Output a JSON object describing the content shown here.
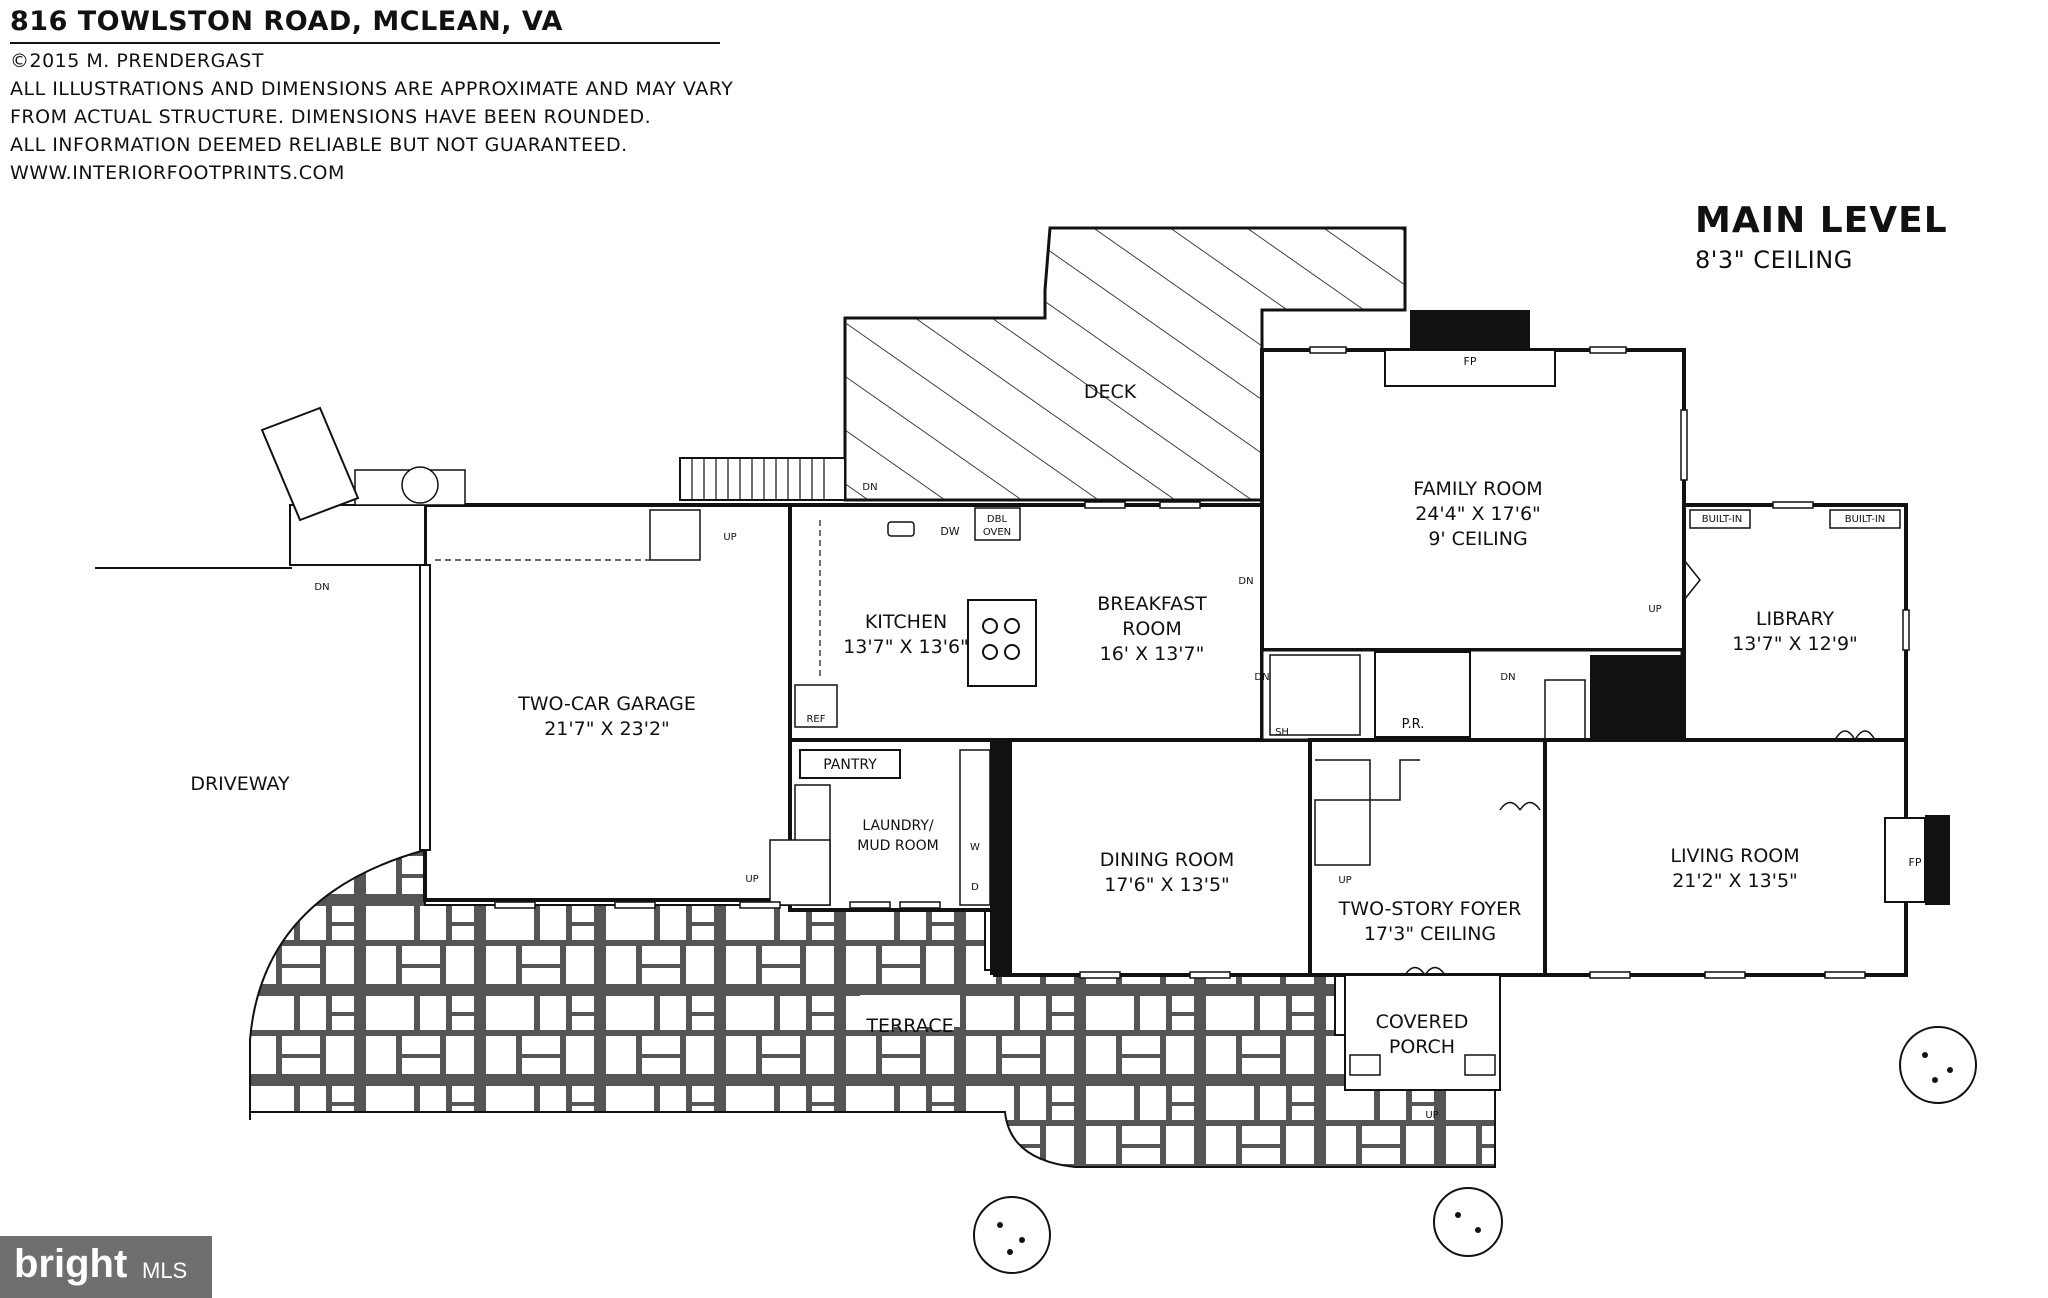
{
  "header": {
    "address": "816 TOWLSTON ROAD, MCLEAN, VA",
    "copyright": "©2015 M. PRENDERGAST",
    "disclaimer_1": "ALL ILLUSTRATIONS AND DIMENSIONS ARE APPROXIMATE AND MAY VARY",
    "disclaimer_2": "FROM ACTUAL STRUCTURE. DIMENSIONS HAVE BEEN ROUNDED.",
    "disclaimer_3": "ALL INFORMATION DEEMED RELIABLE BUT NOT GUARANTEED.",
    "website": "WWW.INTERIORFOOTPRINTS.COM"
  },
  "level": {
    "name": "MAIN LEVEL",
    "ceiling": "8'3\" CEILING"
  },
  "rooms": {
    "deck": "DECK",
    "family_name": "FAMILY ROOM",
    "family_dim": "24'4\" X 17'6\"",
    "family_ceiling": "9' CEILING",
    "kitchen_name": "KITCHEN",
    "kitchen_dim": "13'7\" X 13'6\"",
    "breakfast_name_1": "BREAKFAST",
    "breakfast_name_2": "ROOM",
    "breakfast_dim": "16' X 13'7\"",
    "library_name": "LIBRARY",
    "library_dim": "13'7\" X 12'9\"",
    "garage_name": "TWO-CAR GARAGE",
    "garage_dim": "21'7\" X 23'2\"",
    "driveway": "DRIVEWAY",
    "pantry": "PANTRY",
    "laundry_1": "LAUNDRY/",
    "laundry_2": "MUD ROOM",
    "dining_name": "DINING ROOM",
    "dining_dim": "17'6\" X 13'5\"",
    "foyer_name": "TWO-STORY FOYER",
    "foyer_ceiling": "17'3\" CEILING",
    "living_name": "LIVING ROOM",
    "living_dim": "21'2\" X 13'5\"",
    "terrace": "TERRACE",
    "porch_1": "COVERED",
    "porch_2": "PORCH",
    "powder": "P.R."
  },
  "fixtures": {
    "fp": "FP",
    "dw": "DW",
    "dbl_oven_1": "DBL",
    "dbl_oven_2": "OVEN",
    "ref": "REF",
    "builtin": "BUILT-IN",
    "sh": "SH",
    "w": "W",
    "d": "D",
    "up": "UP",
    "dn": "DN"
  },
  "watermark": {
    "brand": "bright",
    "suffix": "MLS"
  }
}
